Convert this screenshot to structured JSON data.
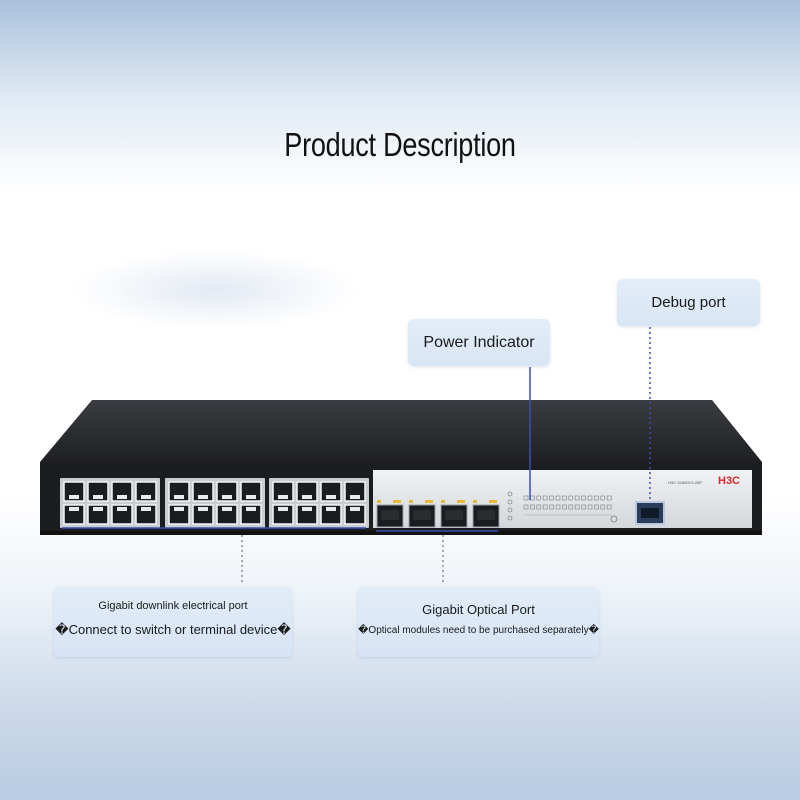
{
  "title": "Product Description",
  "labels": {
    "debug_port": "Debug port",
    "power_indicator": "Power Indicator",
    "electrical_port": {
      "line1": "Gigabit downlink electrical port",
      "line2": "�Connect to switch or terminal device�"
    },
    "optical_port": {
      "line1": "Gigabit Optical Port",
      "line2": "�Optical modules need to be purchased separately�"
    }
  },
  "device": {
    "brand": "H3C",
    "model": "H3C S1850V2-28P",
    "rj45_ports": 24,
    "sfp_ports": 4
  },
  "colors": {
    "chassis_top": "#2b2d31",
    "front_black": "#1c1d20",
    "faceplate": "#e3e5e8",
    "leader_line": "#3a4fb0",
    "brand_red": "#d22a2a"
  }
}
